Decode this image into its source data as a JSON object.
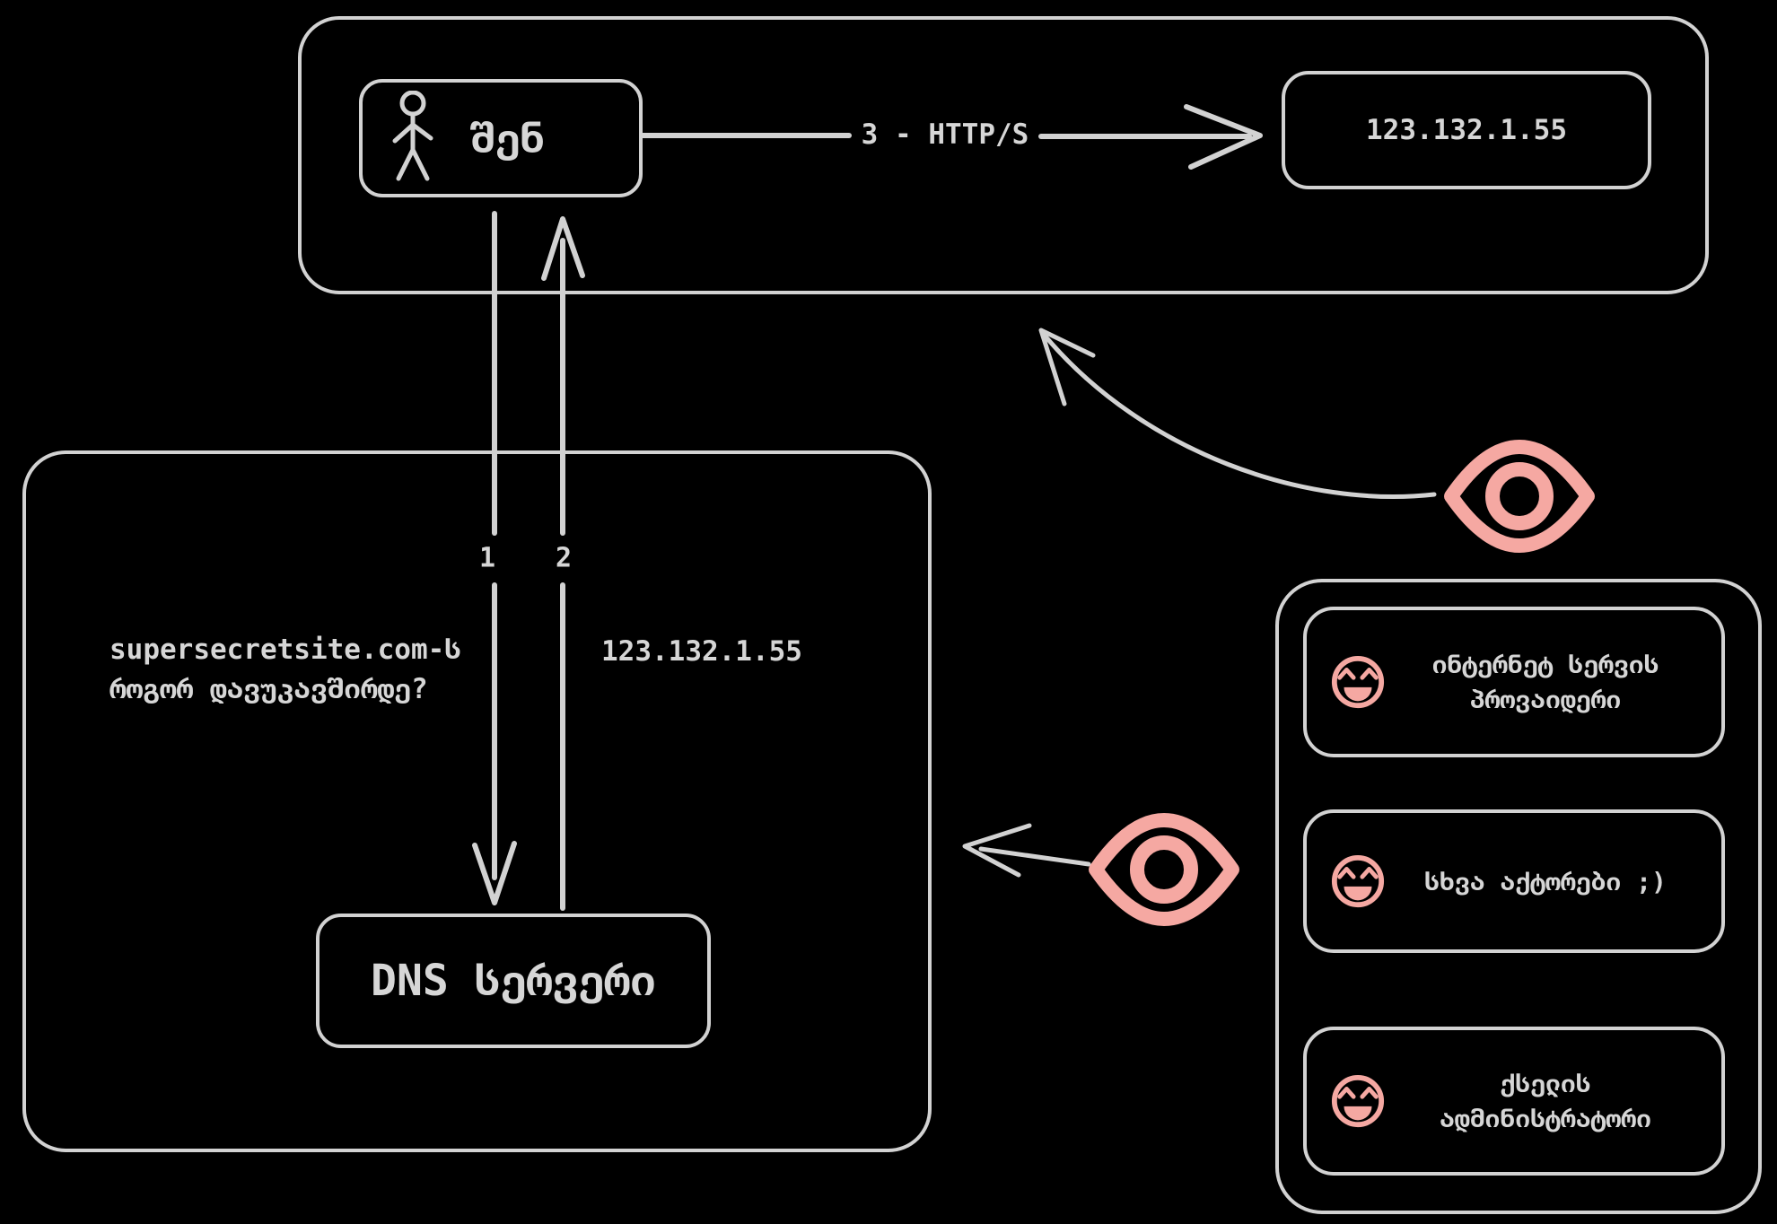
{
  "colors": {
    "background": "#000000",
    "stroke_gray": "#d2d2d2",
    "text_gray": "#d6d6d6",
    "accent_pink": "#f5a8a2"
  },
  "icons": {
    "user": "stick-figure-icon",
    "observer": "eye-icon",
    "listener_face": "grinning-squint-face-icon"
  },
  "top_flow": {
    "user": {
      "label": "შენ"
    },
    "http_arrow_label": "3 - HTTP/S",
    "web_server_ip": "123.132.1.55"
  },
  "dns_flow": {
    "request_label": "1",
    "response_label": "2",
    "question_line1": "supersecretsite.com-ს",
    "question_line2": "როგორ დავუკავშირდე?",
    "response_ip": "123.132.1.55",
    "dns_server_label": "DNS სერვერი"
  },
  "observers": {
    "items": [
      {
        "line1": "ინტერნეტ სერვის",
        "line2": "პროვაიდერი"
      },
      {
        "line1": "სხვა აქტორები ;)",
        "line2": ""
      },
      {
        "line1": "ქსელის",
        "line2": "ადმინისტრატორი"
      }
    ]
  }
}
